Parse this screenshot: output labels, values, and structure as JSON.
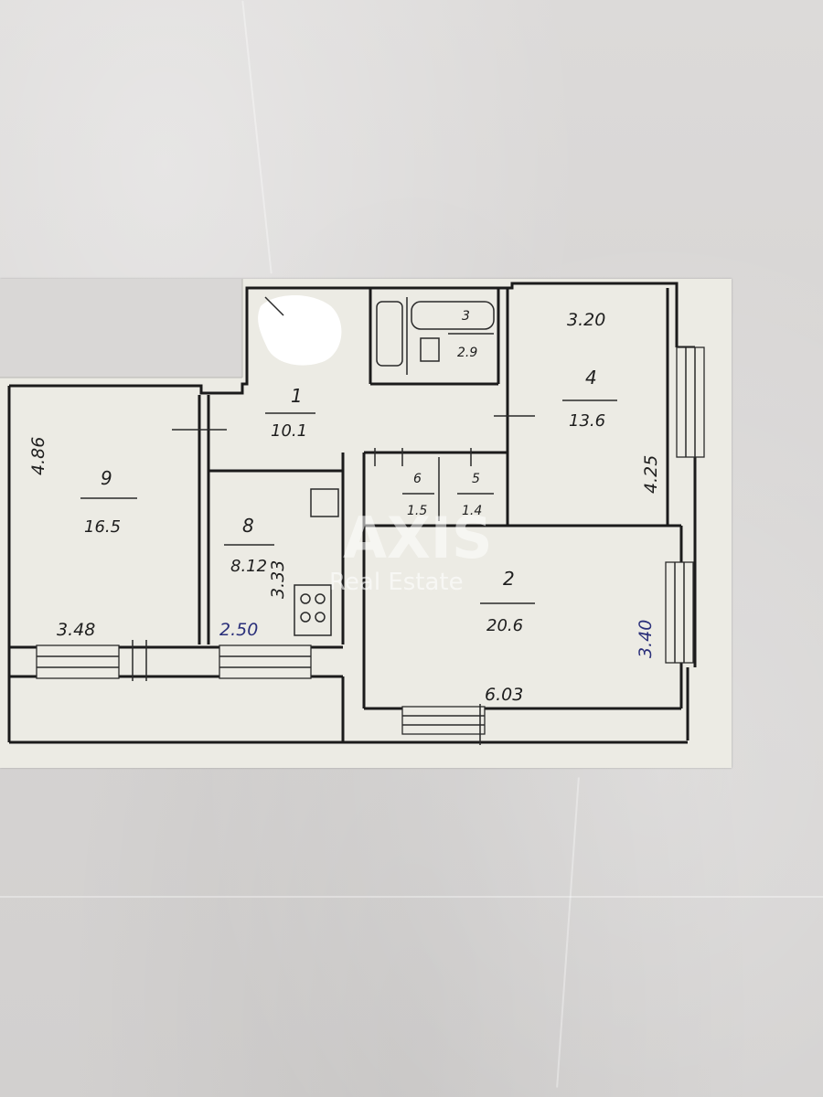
{
  "rooms": [
    {
      "number": "1",
      "area": "10.1"
    },
    {
      "number": "2",
      "area": "20.6"
    },
    {
      "number": "3",
      "area": "2.9"
    },
    {
      "number": "4",
      "area": "13.6"
    },
    {
      "number": "5",
      "area": "1.4"
    },
    {
      "number": "6",
      "area": "1.5"
    },
    {
      "number": "8",
      "area": "8.12"
    },
    {
      "number": "9",
      "area": "16.5"
    }
  ],
  "dimensions": {
    "room9_height": "4.86",
    "room9_width": "3.48",
    "room8_width": "2.50",
    "room8_height": "3.33",
    "room4_width": "3.20",
    "room4_height": "4.25",
    "room2_width": "6.03",
    "room2_height": "3.40"
  },
  "watermark": {
    "brand": "AXIS",
    "tagline": "Real Estate"
  },
  "colors": {
    "paper": "#ecebe4",
    "ink": "#1b1b1b",
    "pen_blue": "#2a2f7a",
    "background": "#d9d7d6"
  }
}
